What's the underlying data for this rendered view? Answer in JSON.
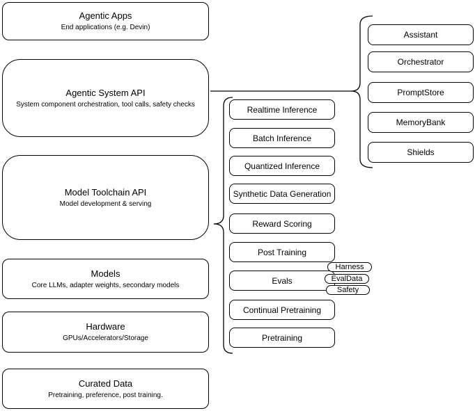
{
  "left_column": {
    "boxes": [
      {
        "title": "Agentic Apps",
        "subtitle": "End applications (e.g. Devin)"
      },
      {
        "title": "Agentic System API",
        "subtitle": "System component orchestration, tool calls, safety checks"
      },
      {
        "title": "Model Toolchain API",
        "subtitle": "Model development & serving"
      },
      {
        "title": "Models",
        "subtitle": "Core LLMs, adapter weights, secondary models"
      },
      {
        "title": "Hardware",
        "subtitle": "GPUs/Accelerators/Storage"
      },
      {
        "title": "Curated Data",
        "subtitle": "Pretraining, preference, post training."
      }
    ]
  },
  "toolchain": {
    "items": [
      "Realtime Inference",
      "Batch Inference",
      "Quantized Inference",
      "Synthetic Data Generation",
      "Reward Scoring",
      "Post Training",
      "Evals",
      "Continual Pretraining",
      "Pretraining"
    ]
  },
  "evals_pills": {
    "items": [
      "Harness",
      "EvalData",
      "Safety"
    ]
  },
  "system_components": {
    "items": [
      "Assistant",
      "Orchestrator",
      "PromptStore",
      "MemoryBank",
      "Shields"
    ]
  },
  "colors": {
    "stroke": "#000000",
    "fill": "#ffffff",
    "background": "#ffffff",
    "text": "#000000"
  }
}
